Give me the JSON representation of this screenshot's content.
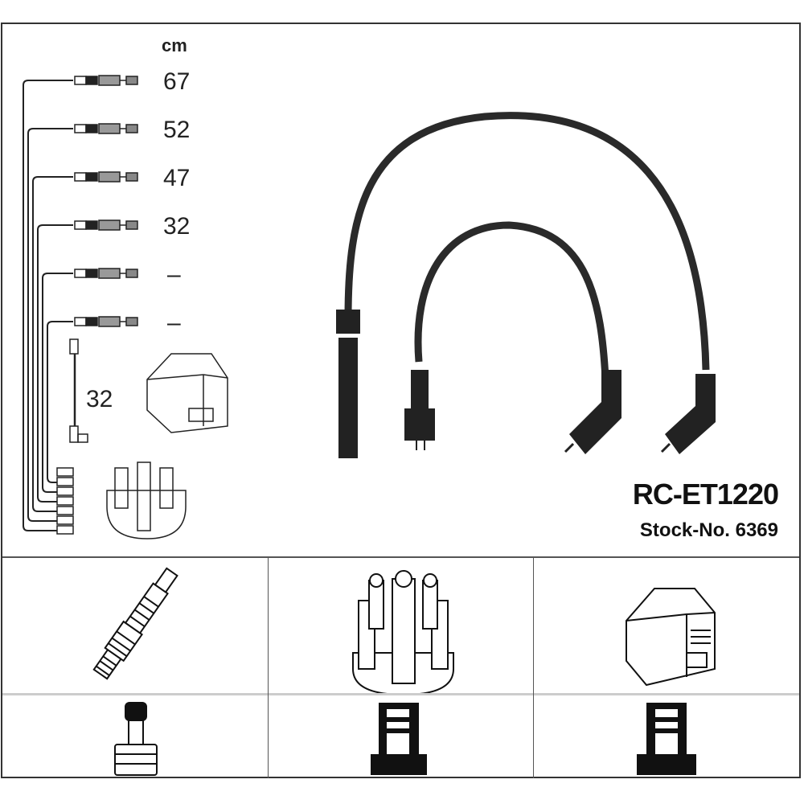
{
  "product": {
    "code": "RC-ET1220",
    "stock": "Stock-No. 6369"
  },
  "legend": {
    "unit": "cm",
    "lengths": [
      "67",
      "52",
      "47",
      "32",
      "–",
      "–"
    ],
    "coil_lead_length": "32"
  },
  "components": {
    "row1": [
      "spark-plug",
      "distributor-cap",
      "ignition-coil"
    ],
    "row2": [
      "spark-plug-terminal",
      "distributor-terminal",
      "coil-terminal"
    ]
  }
}
